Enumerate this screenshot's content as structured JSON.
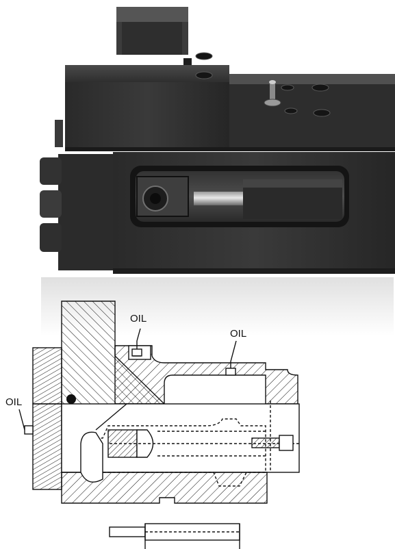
{
  "labels": {
    "oil_top": "OIL",
    "oil_right": "OIL",
    "oil_left": "OIL"
  },
  "colors": {
    "block_dark": "#2b2b2b",
    "block_mid": "#3a3a3a",
    "block_light": "#555555",
    "line": "#111111",
    "background": "#ffffff"
  },
  "icons": {
    "oil_fitting": "grease-nipple-icon",
    "pivot": "pivot-dot-icon"
  }
}
